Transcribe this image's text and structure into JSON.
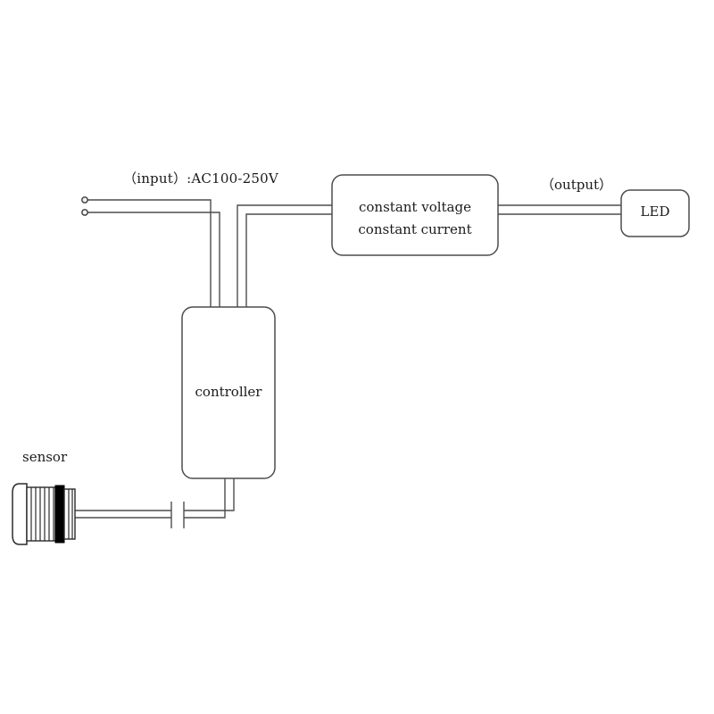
{
  "diagram": {
    "title": "LED sensor controller wiring diagram",
    "background_color": "#ffffff",
    "line_color": "#4d4d4d",
    "text_color": "#1a1a1a",
    "accent_color": "#000000"
  },
  "labels": {
    "input": "（input）:AC100-250V",
    "output": "（output）",
    "sensor": "sensor"
  },
  "blocks": {
    "driver": {
      "line1": "constant voltage",
      "line2": "constant current"
    },
    "led": {
      "label": "LED"
    },
    "controller": {
      "label": "controller"
    }
  },
  "components": [
    {
      "name": "sensor",
      "type": "cylindrical-threaded-sensor"
    },
    {
      "name": "controller",
      "type": "rounded-box"
    },
    {
      "name": "driver",
      "type": "rounded-box"
    },
    {
      "name": "led",
      "type": "rounded-box"
    }
  ],
  "connections": [
    {
      "from": "ac-input-terminals",
      "to": "controller-top"
    },
    {
      "from": "ac-input-terminals",
      "to": "driver-left"
    },
    {
      "from": "driver-right",
      "to": "led-left"
    },
    {
      "from": "sensor",
      "to": "controller-bottom"
    }
  ]
}
